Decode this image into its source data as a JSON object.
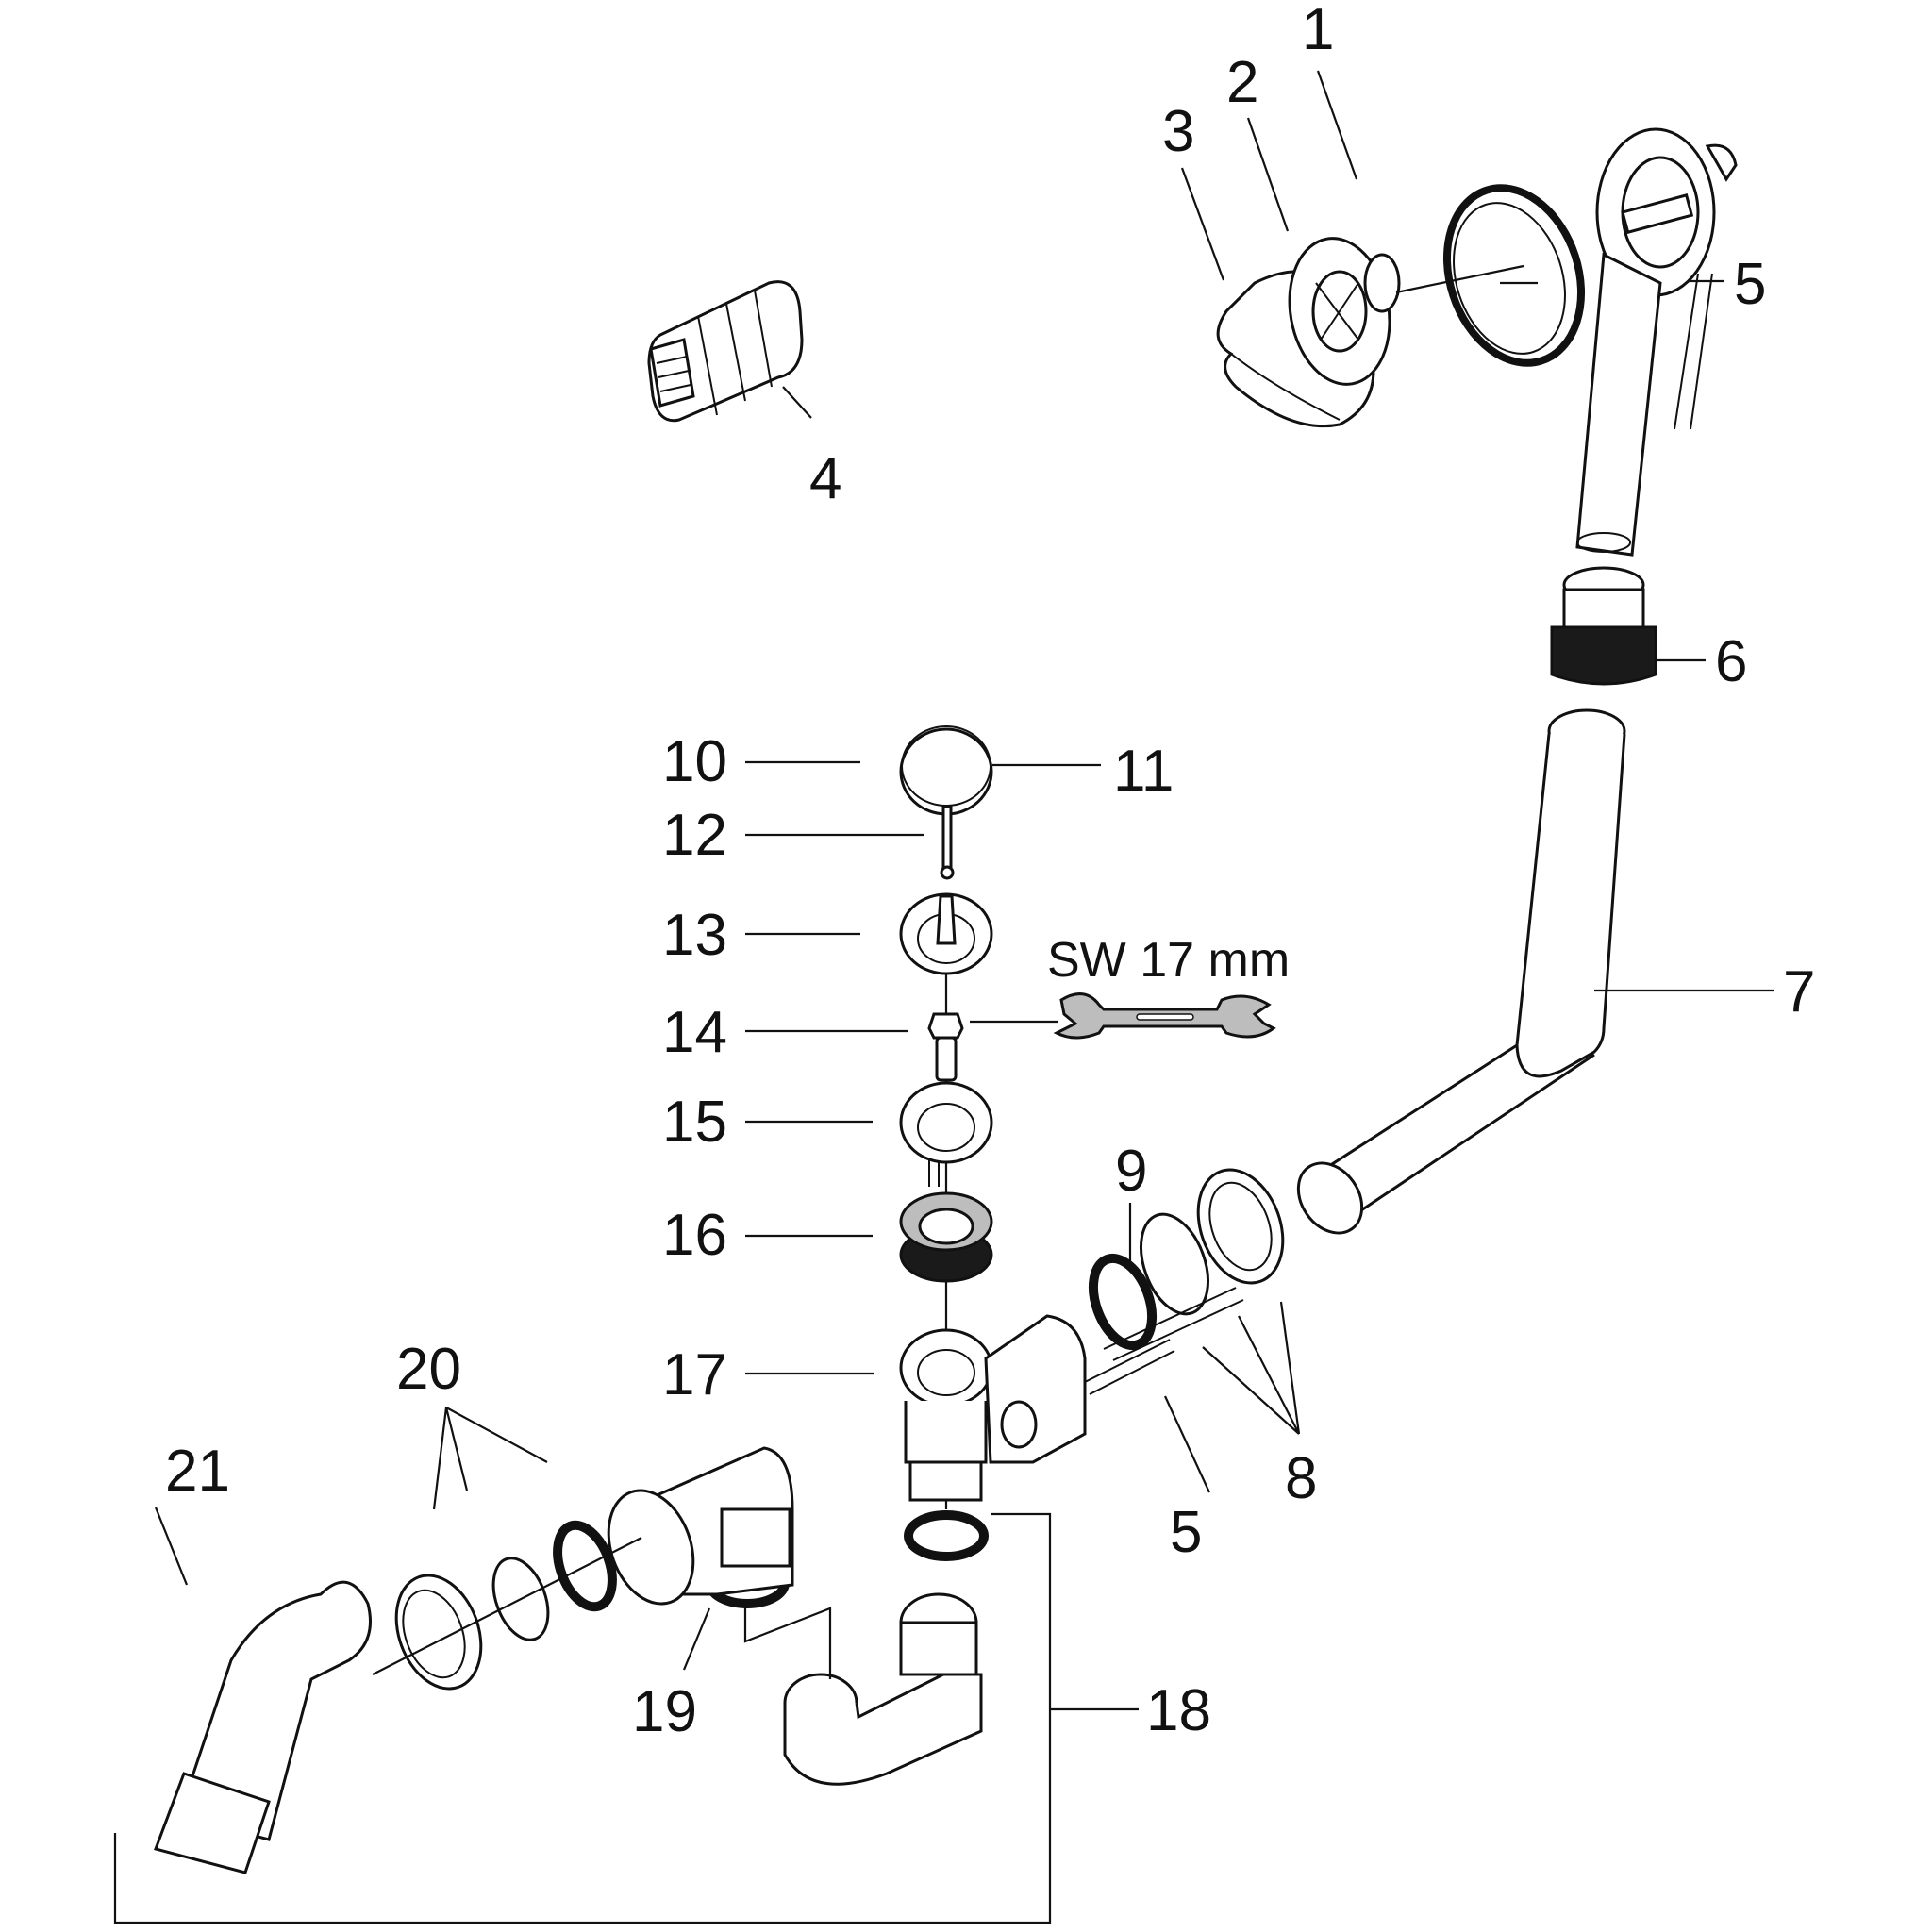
{
  "diagram": {
    "type": "exploded-parts-drawing",
    "subject": "bath waste and overflow set",
    "colors": {
      "line": "#111111",
      "background": "#ffffff",
      "seal_dark": "#1a1a1a",
      "tool_fill": "#bdbdbd"
    },
    "tool_note": "SW 17 mm",
    "callouts": [
      {
        "id": "1",
        "text": "1",
        "part": "overflow gasket ring"
      },
      {
        "id": "2",
        "text": "2",
        "part": "overflow rosette base"
      },
      {
        "id": "3",
        "text": "3",
        "part": "overflow handle / cover"
      },
      {
        "id": "4",
        "text": "4",
        "part": "extension piece"
      },
      {
        "id": "5a",
        "text": "5",
        "part": "overflow housing with cable"
      },
      {
        "id": "6",
        "text": "6",
        "part": "pipe connector sleeve"
      },
      {
        "id": "7",
        "text": "7",
        "part": "overflow pipe"
      },
      {
        "id": "8",
        "text": "8",
        "part": "union nut, seal and cable set"
      },
      {
        "id": "9",
        "text": "9",
        "part": "O-ring"
      },
      {
        "id": "10",
        "text": "10",
        "part": "plug cap"
      },
      {
        "id": "11",
        "text": "11",
        "part": "plug cap (finish variant)"
      },
      {
        "id": "12",
        "text": "12",
        "part": "plug stem"
      },
      {
        "id": "13",
        "text": "13",
        "part": "drain plug insert"
      },
      {
        "id": "14",
        "text": "14",
        "part": "valve bolt (SW 17 mm)"
      },
      {
        "id": "15",
        "text": "15",
        "part": "drain flange"
      },
      {
        "id": "16",
        "text": "16",
        "part": "drain gasket"
      },
      {
        "id": "17",
        "text": "17",
        "part": "waste body"
      },
      {
        "id": "18",
        "text": "18",
        "part": "trap assembly"
      },
      {
        "id": "19",
        "text": "19",
        "part": "seal ring"
      },
      {
        "id": "20",
        "text": "20",
        "part": "nut and seal set"
      },
      {
        "id": "21",
        "text": "21",
        "part": "outlet bend"
      },
      {
        "id": "5b",
        "text": "5",
        "part": "cable connection"
      }
    ]
  }
}
